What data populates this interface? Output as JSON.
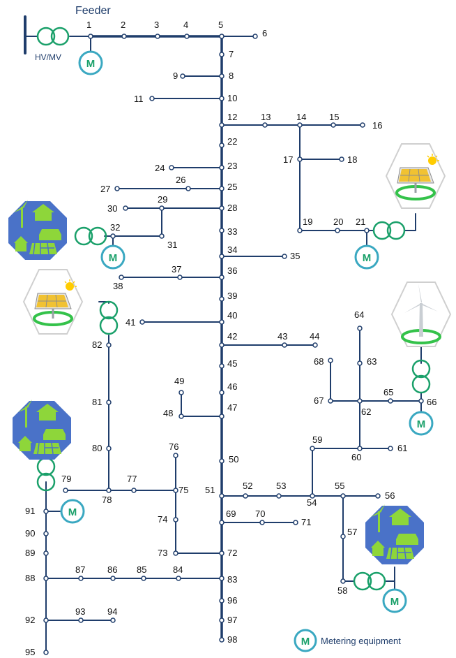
{
  "header": {
    "feeder_label": "Feeder",
    "transformer_label": "HV/MV"
  },
  "legend": {
    "meter_symbol": "M",
    "text": "Metering equipment"
  },
  "nodes": [
    "1",
    "2",
    "3",
    "4",
    "5",
    "6",
    "7",
    "8",
    "9",
    "10",
    "11",
    "12",
    "13",
    "14",
    "15",
    "16",
    "17",
    "18",
    "19",
    "20",
    "21",
    "22",
    "23",
    "24",
    "25",
    "26",
    "27",
    "28",
    "29",
    "30",
    "31",
    "32",
    "33",
    "34",
    "35",
    "36",
    "37",
    "38",
    "39",
    "40",
    "41",
    "42",
    "43",
    "44",
    "45",
    "46",
    "47",
    "48",
    "49",
    "50",
    "51",
    "52",
    "53",
    "54",
    "55",
    "56",
    "57",
    "58",
    "59",
    "60",
    "61",
    "62",
    "63",
    "64",
    "65",
    "66",
    "67",
    "68",
    "69",
    "70",
    "71",
    "72",
    "73",
    "74",
    "75",
    "76",
    "77",
    "78",
    "79",
    "80",
    "81",
    "82",
    "83",
    "84",
    "85",
    "86",
    "87",
    "88",
    "89",
    "90",
    "91",
    "92",
    "93",
    "94",
    "95",
    "96",
    "97",
    "98"
  ],
  "meters": [
    "node-1",
    "node-32",
    "node-21",
    "node-66",
    "node-91",
    "node-58"
  ],
  "der": {
    "solar_pv": [
      "attached-to-21",
      "attached-to-41"
    ],
    "wind_turbine": [
      "attached-to-66"
    ],
    "microgrid": [
      "attached-to-32",
      "attached-to-91",
      "attached-to-58"
    ]
  },
  "colors": {
    "line": "#1f3d6b",
    "meter": "#3aa8c1",
    "meter_text": "#1aa06a",
    "transformer": "#1aa06a",
    "microgrid_bg": "#4a72c8",
    "green": "#8ed63a"
  }
}
